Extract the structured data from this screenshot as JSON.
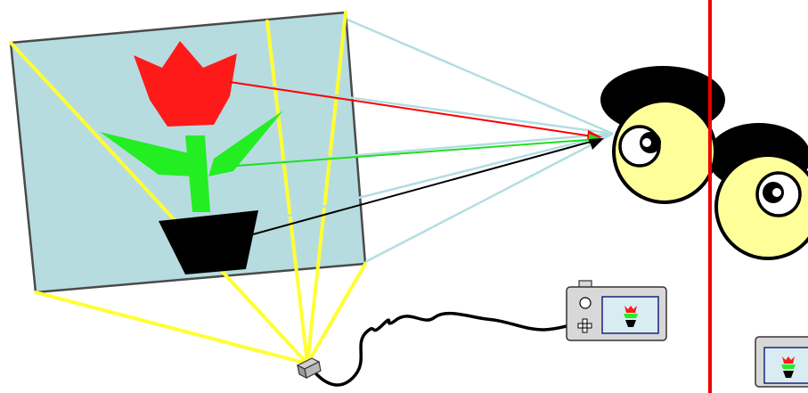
{
  "colors": {
    "background": "#ffffff",
    "canvas_fill": "#b7dce0",
    "canvas_edge": "#4a4a4a",
    "frame_rays": "#ffff33",
    "light_rays": "#b2dee2",
    "ray_red": "#ff0000",
    "ray_green": "#22dd22",
    "ray_black": "#000000",
    "tulip_red": "#ff1a1a",
    "leaf_green": "#22ee22",
    "pot_black": "#000000",
    "face_yellow": "#ffff99",
    "hair_black": "#000000",
    "mirror_red": "#ee0000",
    "camera_gray": "#d8d8d8",
    "screen_blue": "#d9ecf2",
    "cable_black": "#000000"
  },
  "icons": {
    "canvas": "painted-canvas",
    "flower": "tulip-in-pot",
    "viewer": "cartoon-eye-head",
    "reflection": "mirrored-eye-head",
    "divider": "mirror-line",
    "projector": "projector-box",
    "camera": "digital-camera-icon",
    "camera_reflection": "mirrored-camera-icon",
    "cable": "camera-cable"
  }
}
